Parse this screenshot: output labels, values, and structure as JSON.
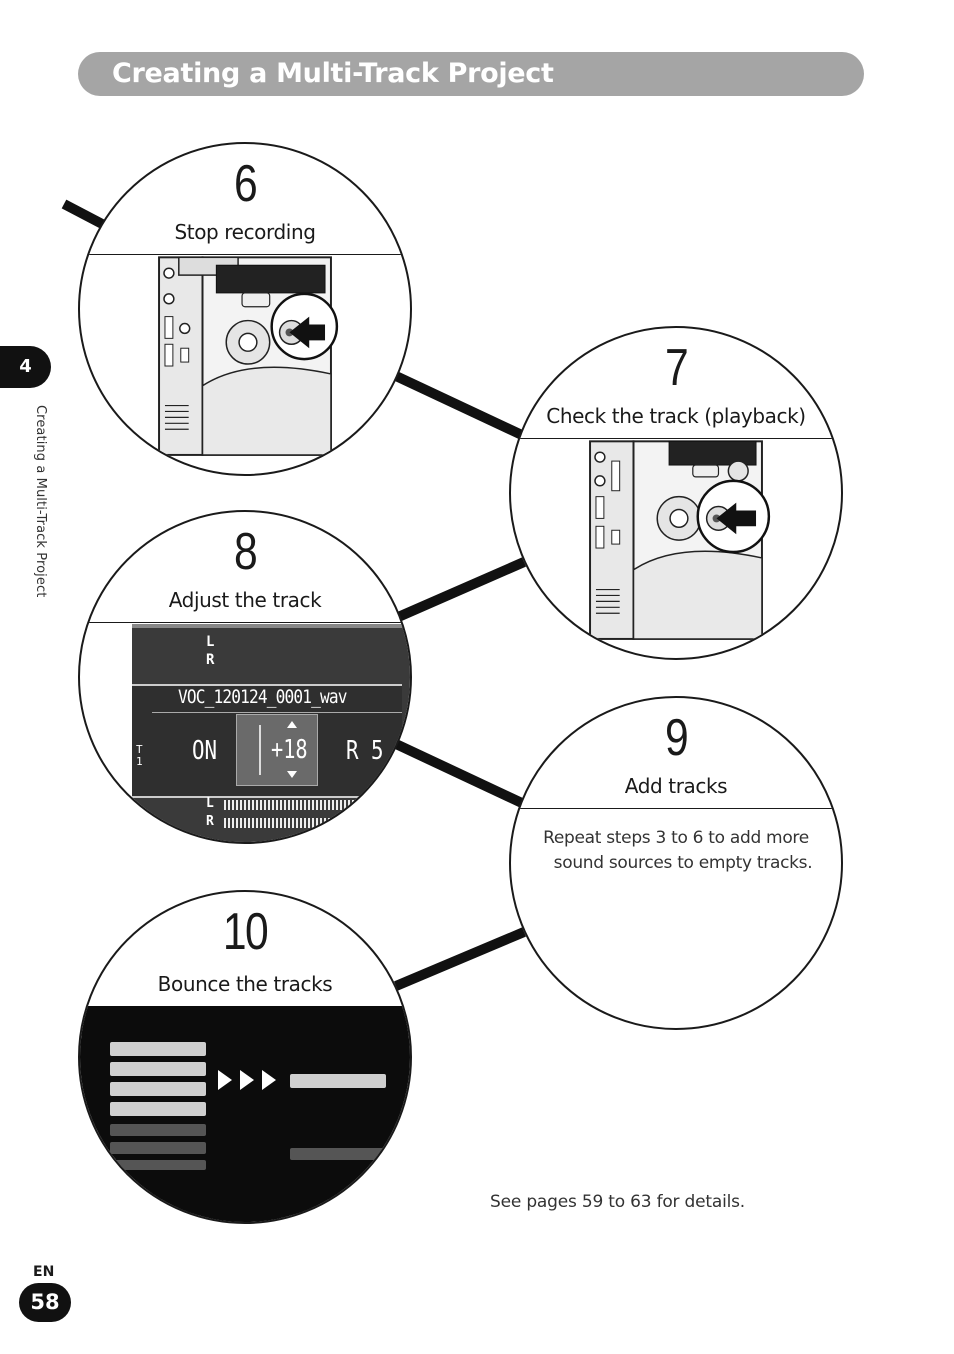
{
  "header": {
    "title": "Creating a Multi-Track Project"
  },
  "chapter": {
    "number": "4",
    "label": "Creating a Multi-Track Project"
  },
  "steps": [
    {
      "number": "6",
      "title": "Stop recording"
    },
    {
      "number": "7",
      "title": "Check the track (playback)"
    },
    {
      "number": "8",
      "title": "Adjust the track",
      "screen": {
        "l": "L",
        "r": "R",
        "filename": "VOC_120124_0001_wav",
        "track": "T1",
        "on": "ON",
        "level": "+18",
        "pan": "R 5"
      }
    },
    {
      "number": "9",
      "title": "Add tracks",
      "note_line1": "Repeat steps 3 to 6 to add more",
      "note_line2": "sound sources to empty tracks."
    },
    {
      "number": "10",
      "title": "Bounce the tracks"
    }
  ],
  "footer": {
    "see_pages": "See pages 59 to 63 for details.",
    "lang": "EN",
    "page": "58"
  }
}
